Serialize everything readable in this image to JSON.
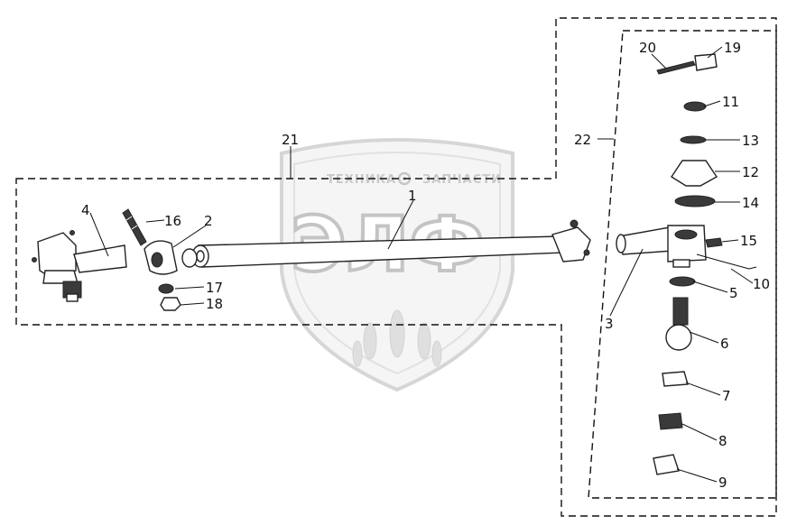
{
  "diagram": {
    "watermark": {
      "top_line_left": "ТЕХНИКА",
      "top_line_right": "ЗАПЧАСТИ",
      "big_text": "ЭЛФ"
    },
    "callouts": [
      "1",
      "2",
      "3",
      "4",
      "5",
      "6",
      "7",
      "8",
      "9",
      "10",
      "11",
      "12",
      "13",
      "14",
      "15",
      "16",
      "17",
      "18",
      "19",
      "20",
      "21",
      "22"
    ]
  }
}
